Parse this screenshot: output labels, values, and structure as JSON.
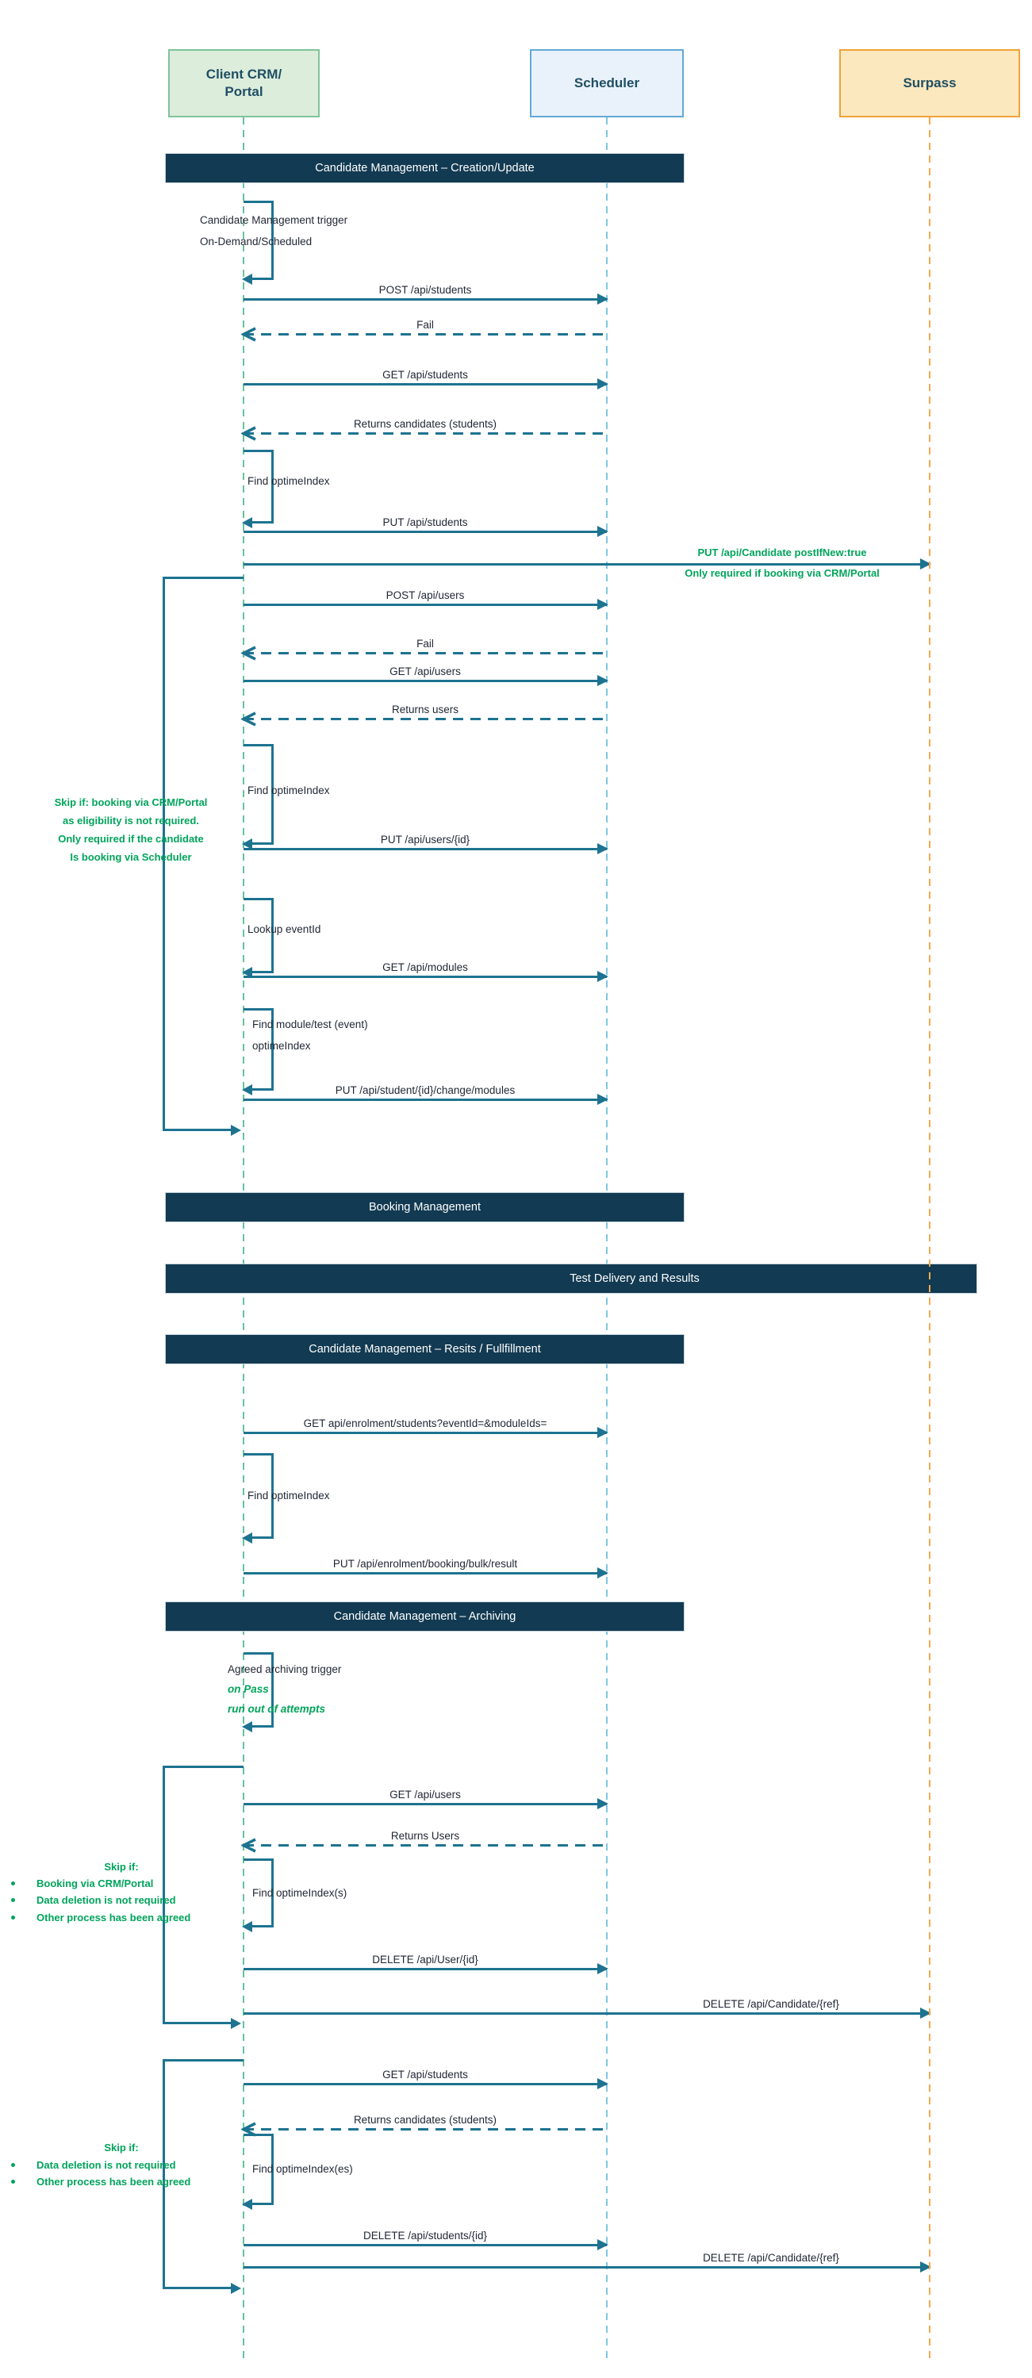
{
  "diagram": {
    "actors": {
      "crm": {
        "label_line1": "Client CRM/",
        "label_line2": "Portal"
      },
      "scheduler": {
        "label": "Scheduler"
      },
      "surpass": {
        "label": "Surpass"
      }
    },
    "banners": {
      "b1": "Candidate Management – Creation/Update",
      "b2": "Booking Management",
      "b3": "Test Delivery and Results",
      "b4": "Candidate Management – Resits / Fullfillment",
      "b5": "Candidate Management – Archiving"
    },
    "messages": {
      "m1": "POST /api/students",
      "m2": "Fail",
      "m3": "GET /api/students",
      "m4": "Returns candidates (students)",
      "m5": "PUT /api/students",
      "m6a": "PUT /api/Candidate postIfNew:true",
      "m6b": "Only required if booking via CRM/Portal",
      "m7": "POST /api/users",
      "m8": "Fail",
      "m9": "GET /api/users",
      "m10": "Returns users",
      "m11": "PUT /api/users/{id}",
      "m12": "GET /api/modules",
      "m13": "PUT /api/student/{id}/change/modules",
      "m14": "GET api/enrolment/students?eventId=&moduleIds=",
      "m15": "PUT /api/enrolment/booking/bulk/result",
      "m16": "GET /api/users",
      "m17": "Returns Users",
      "m18": "DELETE /api/User/{id}",
      "m19": "DELETE /api/Candidate/{ref}",
      "m20": "GET /api/students",
      "m21": "Returns candidates (students)",
      "m22": "DELETE /api/students/{id}",
      "m23": "DELETE /api/Candidate/{ref}"
    },
    "self_messages": {
      "s1a": "Candidate Management trigger",
      "s1b": "On-Demand/Scheduled",
      "s2": "Find optimeIndex",
      "s3": "Find optimeIndex",
      "s4": "Lookup eventId",
      "s5a": "Find module/test (event)",
      "s5b": "optimeIndex",
      "s6": "Find optimeIndex",
      "s7a": "Agreed archiving trigger",
      "s7b": "on Pass",
      "s7c": "run out of attempts",
      "s8": "Find optimeIndex(s)",
      "s9": "Find optimeIndex(es)"
    },
    "annotations": {
      "skip1": {
        "lines": [
          "Skip if: booking via CRM/Portal",
          "as eligibility is not required.",
          "Only required if the candidate",
          "Is booking via Scheduler"
        ]
      },
      "skip2": {
        "heading": "Skip if:",
        "bullets": [
          "Booking via CRM/Portal",
          "Data deletion is not required",
          "Other process has been agreed"
        ]
      },
      "skip3": {
        "heading": "Skip if:",
        "bullets": [
          "Data deletion is not required",
          "Other process has been agreed"
        ]
      }
    },
    "colors": {
      "arrow_teal": "#1D7390",
      "annotation_green": "#00A45B",
      "banner_bg": "#123A52",
      "banner_text": "#FFFFFF",
      "actor_text": "#1F4E63",
      "crm_fill": "#DCEDDC",
      "crm_border": "#7FC39B",
      "crm_lifeline": "#66C29D",
      "scheduler_fill": "#E9F2FB",
      "scheduler_border": "#63A9D6",
      "scheduler_lifeline": "#7FC7E5",
      "surpass_fill": "#FCE8BE",
      "surpass_border": "#F0A23A",
      "surpass_lifeline": "#F4A94E",
      "message_text": "#1F2633"
    }
  }
}
